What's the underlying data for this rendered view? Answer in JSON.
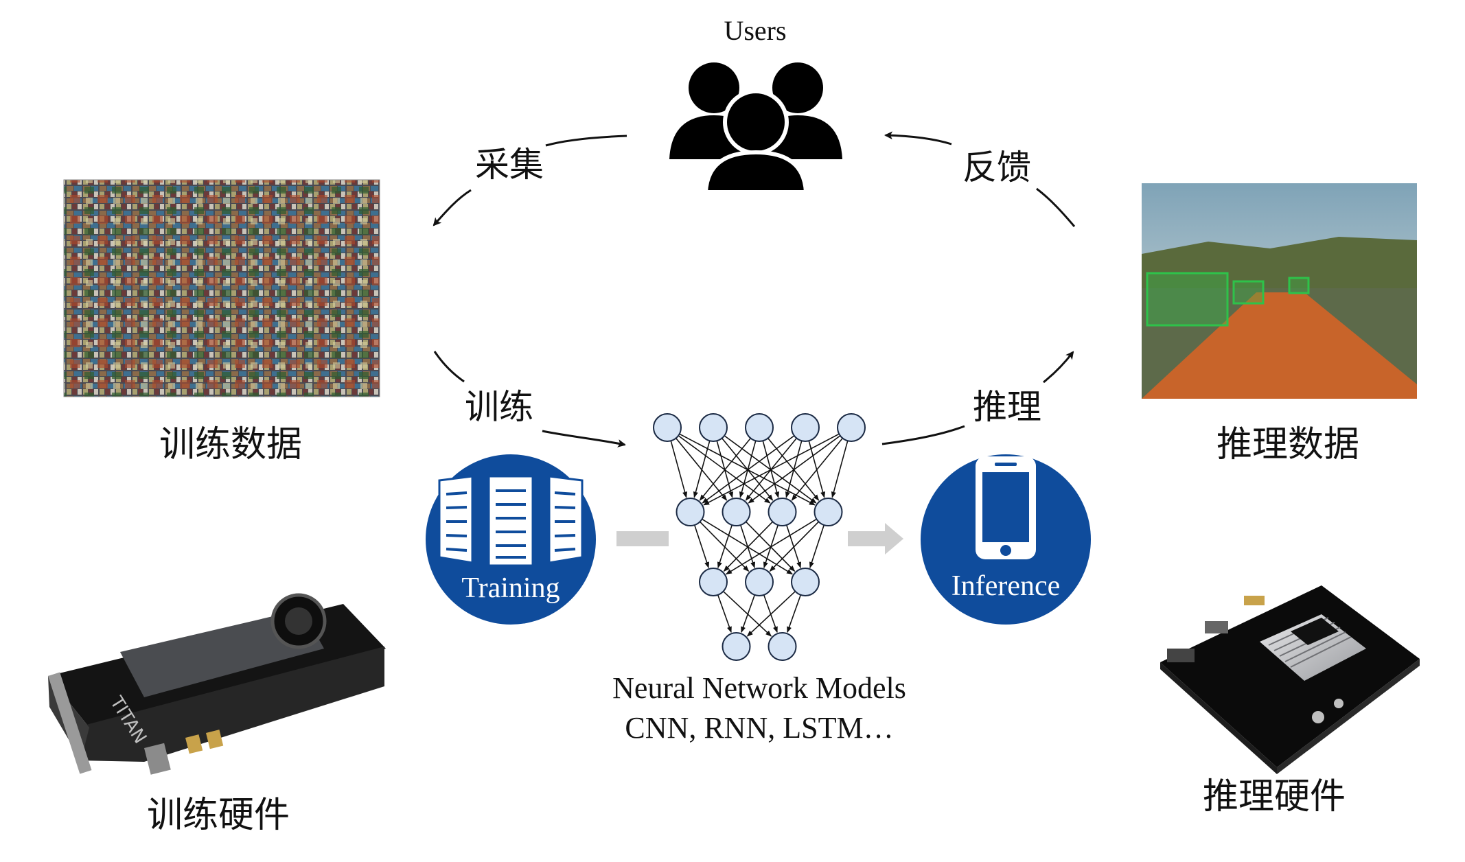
{
  "users": {
    "label": "Users",
    "icon": "users-group-icon"
  },
  "edges": {
    "collect": "采集",
    "feedback": "反馈",
    "train": "训练",
    "infer": "推理"
  },
  "captions": {
    "training_data": "训练数据",
    "inference_data": "推理数据",
    "training_hardware": "训练硬件",
    "inference_hardware": "推理硬件"
  },
  "badges": {
    "training": {
      "label": "Training",
      "icon": "server-racks-icon"
    },
    "inference": {
      "label": "Inference",
      "icon": "smartphone-icon"
    }
  },
  "network": {
    "title": "Neural Network Models",
    "subtitle": "CNN, RNN, LSTM…",
    "layers": [
      5,
      4,
      3,
      2
    ]
  },
  "hardware": {
    "training_card_text": "TITAN"
  },
  "colors": {
    "badge_blue": "#0f4c9c",
    "node_fill": "#d6e4f5",
    "node_stroke": "#1b2a44",
    "arrow": "#111111",
    "road_orange": "#c8642a",
    "detect_green": "#2ec24a",
    "gray_arrow": "#cfcfcf"
  }
}
